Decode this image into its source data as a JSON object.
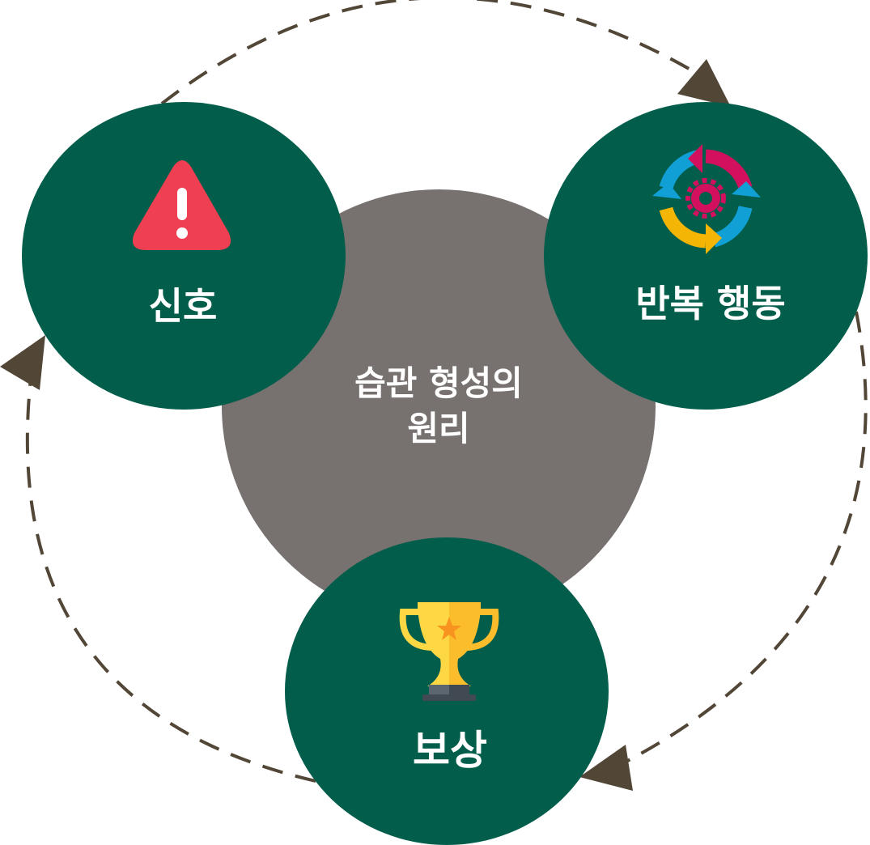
{
  "center": {
    "title_line1": "습관 형성의",
    "title_line2": "원리",
    "color": "#77716f"
  },
  "nodes": {
    "cue": {
      "label": "신호",
      "icon": "warning-triangle-icon"
    },
    "routine": {
      "label": "반복 행동",
      "icon": "cycle-gear-icon"
    },
    "reward": {
      "label": "보상",
      "icon": "trophy-icon"
    }
  },
  "colors": {
    "node_fill": "#025d4b",
    "arrow": "#524637",
    "warning": "#ee4052",
    "trophy_gold": "#fdc633",
    "cycle_red": "#d2105e",
    "cycle_blue": "#11a0d5",
    "cycle_yellow": "#f5b504"
  }
}
